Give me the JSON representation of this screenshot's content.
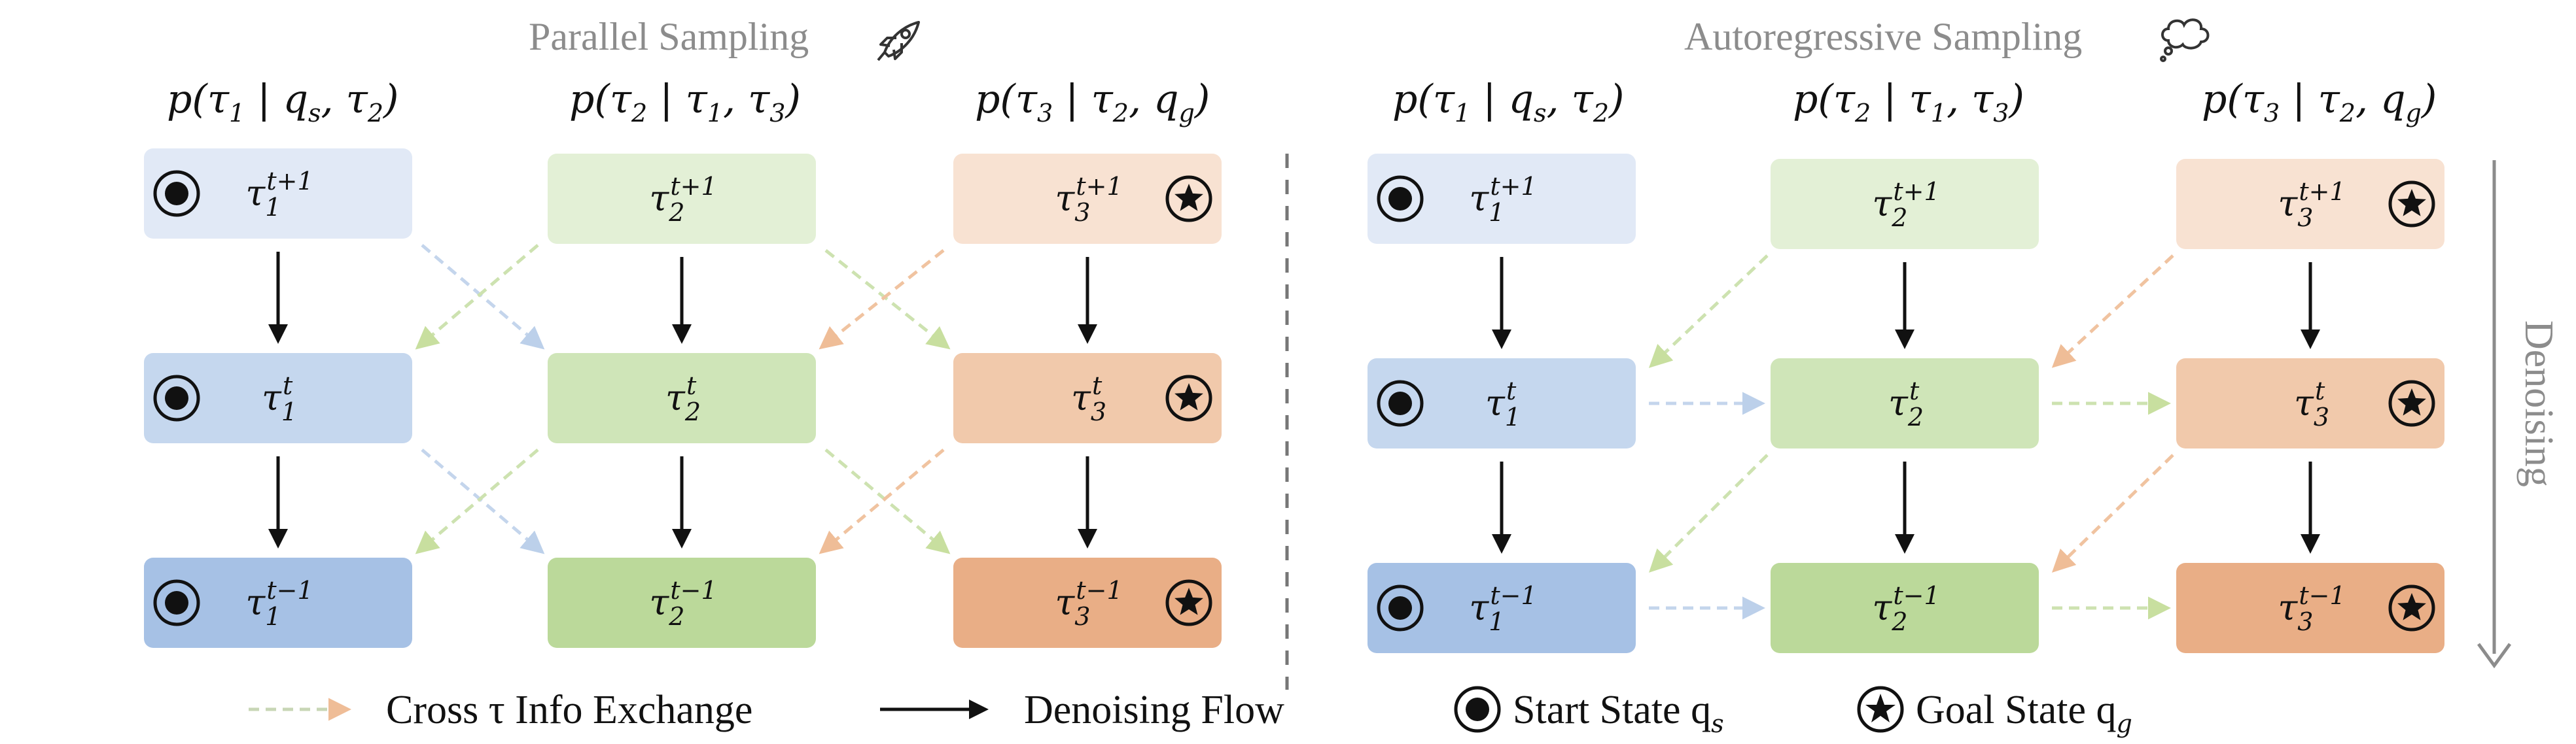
{
  "titles": {
    "parallel": "Parallel Sampling",
    "parallel_icon": "rocket-icon",
    "autoregressive": "Autoregressive Sampling",
    "autoregressive_icon": "thought-bubble-icon"
  },
  "side_label": "Denoising",
  "heads": [
    {
      "main": "p(τ",
      "i": "1",
      "mid": " | q",
      "s": "s",
      "rest": ", τ",
      "j": "2",
      "close": ")"
    },
    {
      "main": "p(τ",
      "i": "2",
      "mid": " | τ",
      "s": "1",
      "rest": ", τ",
      "j": "3",
      "close": ")"
    },
    {
      "main": "p(τ",
      "i": "3",
      "mid": " | τ",
      "s": "2",
      "rest": ", q",
      "j": "g",
      "close": ")"
    }
  ],
  "nodes": {
    "tau1": [
      "τ",
      "τ",
      "τ"
    ],
    "sub": [
      "1",
      "2",
      "3"
    ],
    "sup": [
      "t+1",
      "t",
      "t−1"
    ]
  },
  "legend": {
    "cross": "Cross τ Info Exchange",
    "flow": "Denoising Flow",
    "start": "Start State q",
    "start_sub": "s",
    "goal": "Goal State q",
    "goal_sub": "g"
  },
  "colors": {
    "blue": [
      "#e1e9f6",
      "#c5d7ee",
      "#a6c1e5"
    ],
    "green": [
      "#e3f0d6",
      "#cfe5b8",
      "#bbd99a"
    ],
    "orange": [
      "#f8e2d2",
      "#f1c9ab",
      "#e9ae86"
    ],
    "arrow_blue": "#c4d5ec",
    "arrow_green": "#cde2b0",
    "arrow_orange": "#f0c3a0",
    "title_gray": "#8c8c8c"
  }
}
